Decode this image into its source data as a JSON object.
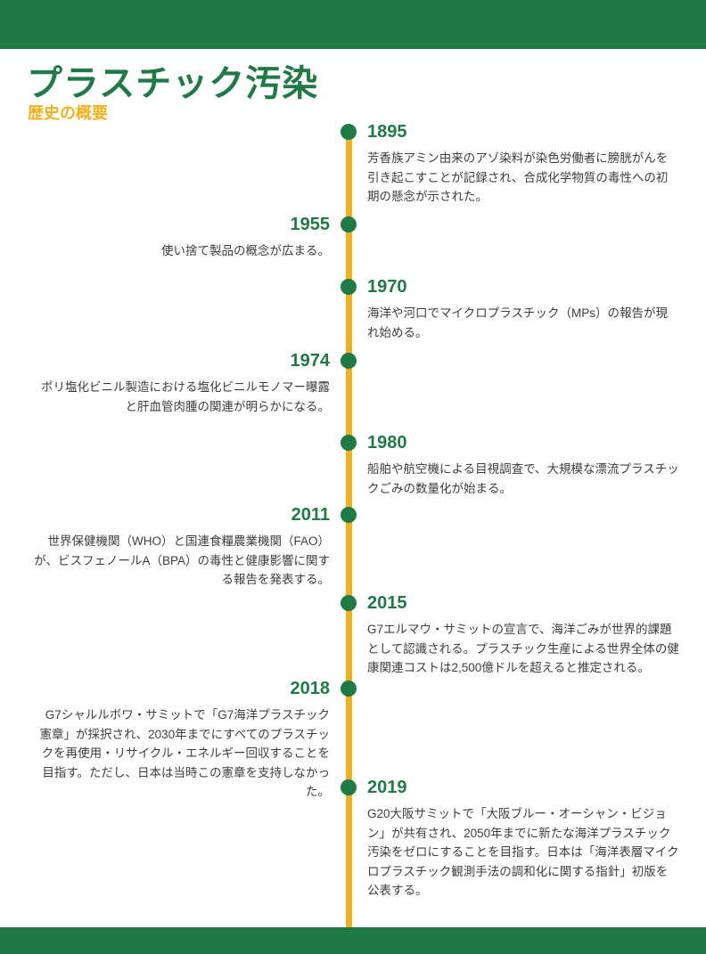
{
  "page": {
    "title": "プラスチック汚染",
    "subtitle": "歴史の概要"
  },
  "colors": {
    "green": "#1f7a45",
    "yellow": "#f2b11c",
    "text": "#3d3d3d"
  },
  "timeline": {
    "entries": [
      {
        "year": "1895",
        "side": "right",
        "text": "芳香族アミン由来のアゾ染料が染色労働者に膀胱がんを引き起こすことが記録され、合成化学物質の毒性への初期の懸念が示された。"
      },
      {
        "year": "1955",
        "side": "left",
        "text": "使い捨て製品の概念が広まる。"
      },
      {
        "year": "1970",
        "side": "right",
        "text": "海洋や河口でマイクロプラスチック（MPs）の報告が現れ始める。"
      },
      {
        "year": "1974",
        "side": "left",
        "text": "ポリ塩化ビニル製造における塩化ビニルモノマー曝露と肝血管肉腫の関連が明らかになる。"
      },
      {
        "year": "1980",
        "side": "right",
        "text": "船舶や航空機による目視調査で、大規模な漂流プラスチックごみの数量化が始まる。"
      },
      {
        "year": "2011",
        "side": "left",
        "text": "世界保健機関（WHO）と国連食糧農業機関（FAO）が、ビスフェノールA（BPA）の毒性と健康影響に関する報告を発表する。"
      },
      {
        "year": "2015",
        "side": "right",
        "text": "G7エルマウ・サミットの宣言で、海洋ごみが世界的課題として認識される。プラスチック生産による世界全体の健康関連コストは2,500億ドルを超えると推定される。"
      },
      {
        "year": "2018",
        "side": "left",
        "text": "G7シャルルボワ・サミットで「G7海洋プラスチック憲章」が採択され、2030年までにすべてのプラスチックを再使用・リサイクル・エネルギー回収することを目指す。ただし、日本は当時この憲章を支持しなかった。"
      },
      {
        "year": "2019",
        "side": "right",
        "text": "G20大阪サミットで「大阪ブルー・オーシャン・ビジョン」が共有され、2050年までに新たな海洋プラスチック汚染をゼロにすることを目指す。日本は「海洋表層マイクロプラスチック観測手法の調和化に関する指針」初版を公表する。"
      }
    ]
  }
}
